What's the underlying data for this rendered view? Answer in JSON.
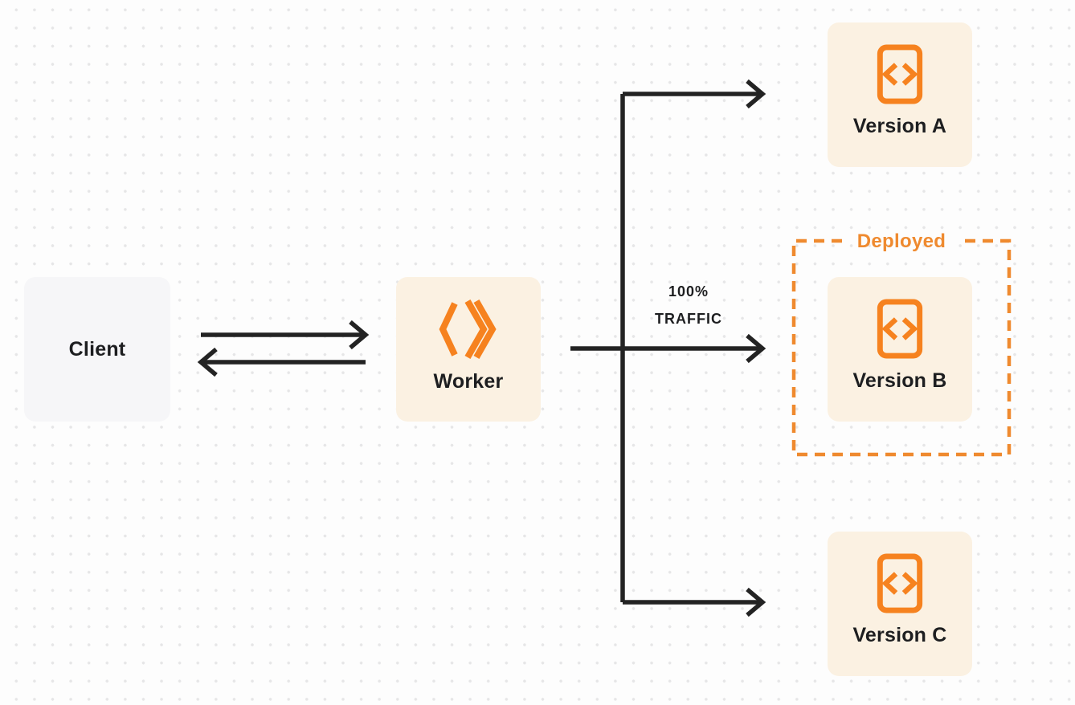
{
  "diagram": {
    "title": "worker-traffic-routing-diagram",
    "nodes": {
      "client": {
        "label": "Client"
      },
      "worker": {
        "label": "Worker",
        "icon": "cloudflare-workers-icon"
      },
      "version_a": {
        "label": "Version A",
        "icon": "code-file-icon"
      },
      "version_b": {
        "label": "Version B",
        "icon": "code-file-icon"
      },
      "version_c": {
        "label": "Version C",
        "icon": "code-file-icon"
      }
    },
    "annotations": {
      "deployed_badge": "Deployed",
      "traffic_line1": "100%",
      "traffic_line2": "TRAFFIC"
    },
    "edges": [
      {
        "from": "client",
        "to": "worker",
        "style": "arrow-right"
      },
      {
        "from": "worker",
        "to": "client",
        "style": "arrow-left"
      },
      {
        "from": "worker",
        "to": "version_a",
        "style": "elbow-arrow"
      },
      {
        "from": "worker",
        "to": "version_b",
        "style": "arrow",
        "label": "100% TRAFFIC"
      },
      {
        "from": "worker",
        "to": "version_c",
        "style": "elbow-arrow"
      }
    ],
    "colors": {
      "accent_orange": "#F6821F",
      "deployed_orange": "#EF8A2F",
      "node_cream": "#FBF1E2",
      "client_gray": "#F6F6F8",
      "arrow_dark": "#232323",
      "text_dark": "#1D1E20",
      "background": "#FDFDFD",
      "dot_grid": "#E6E6E7"
    }
  }
}
